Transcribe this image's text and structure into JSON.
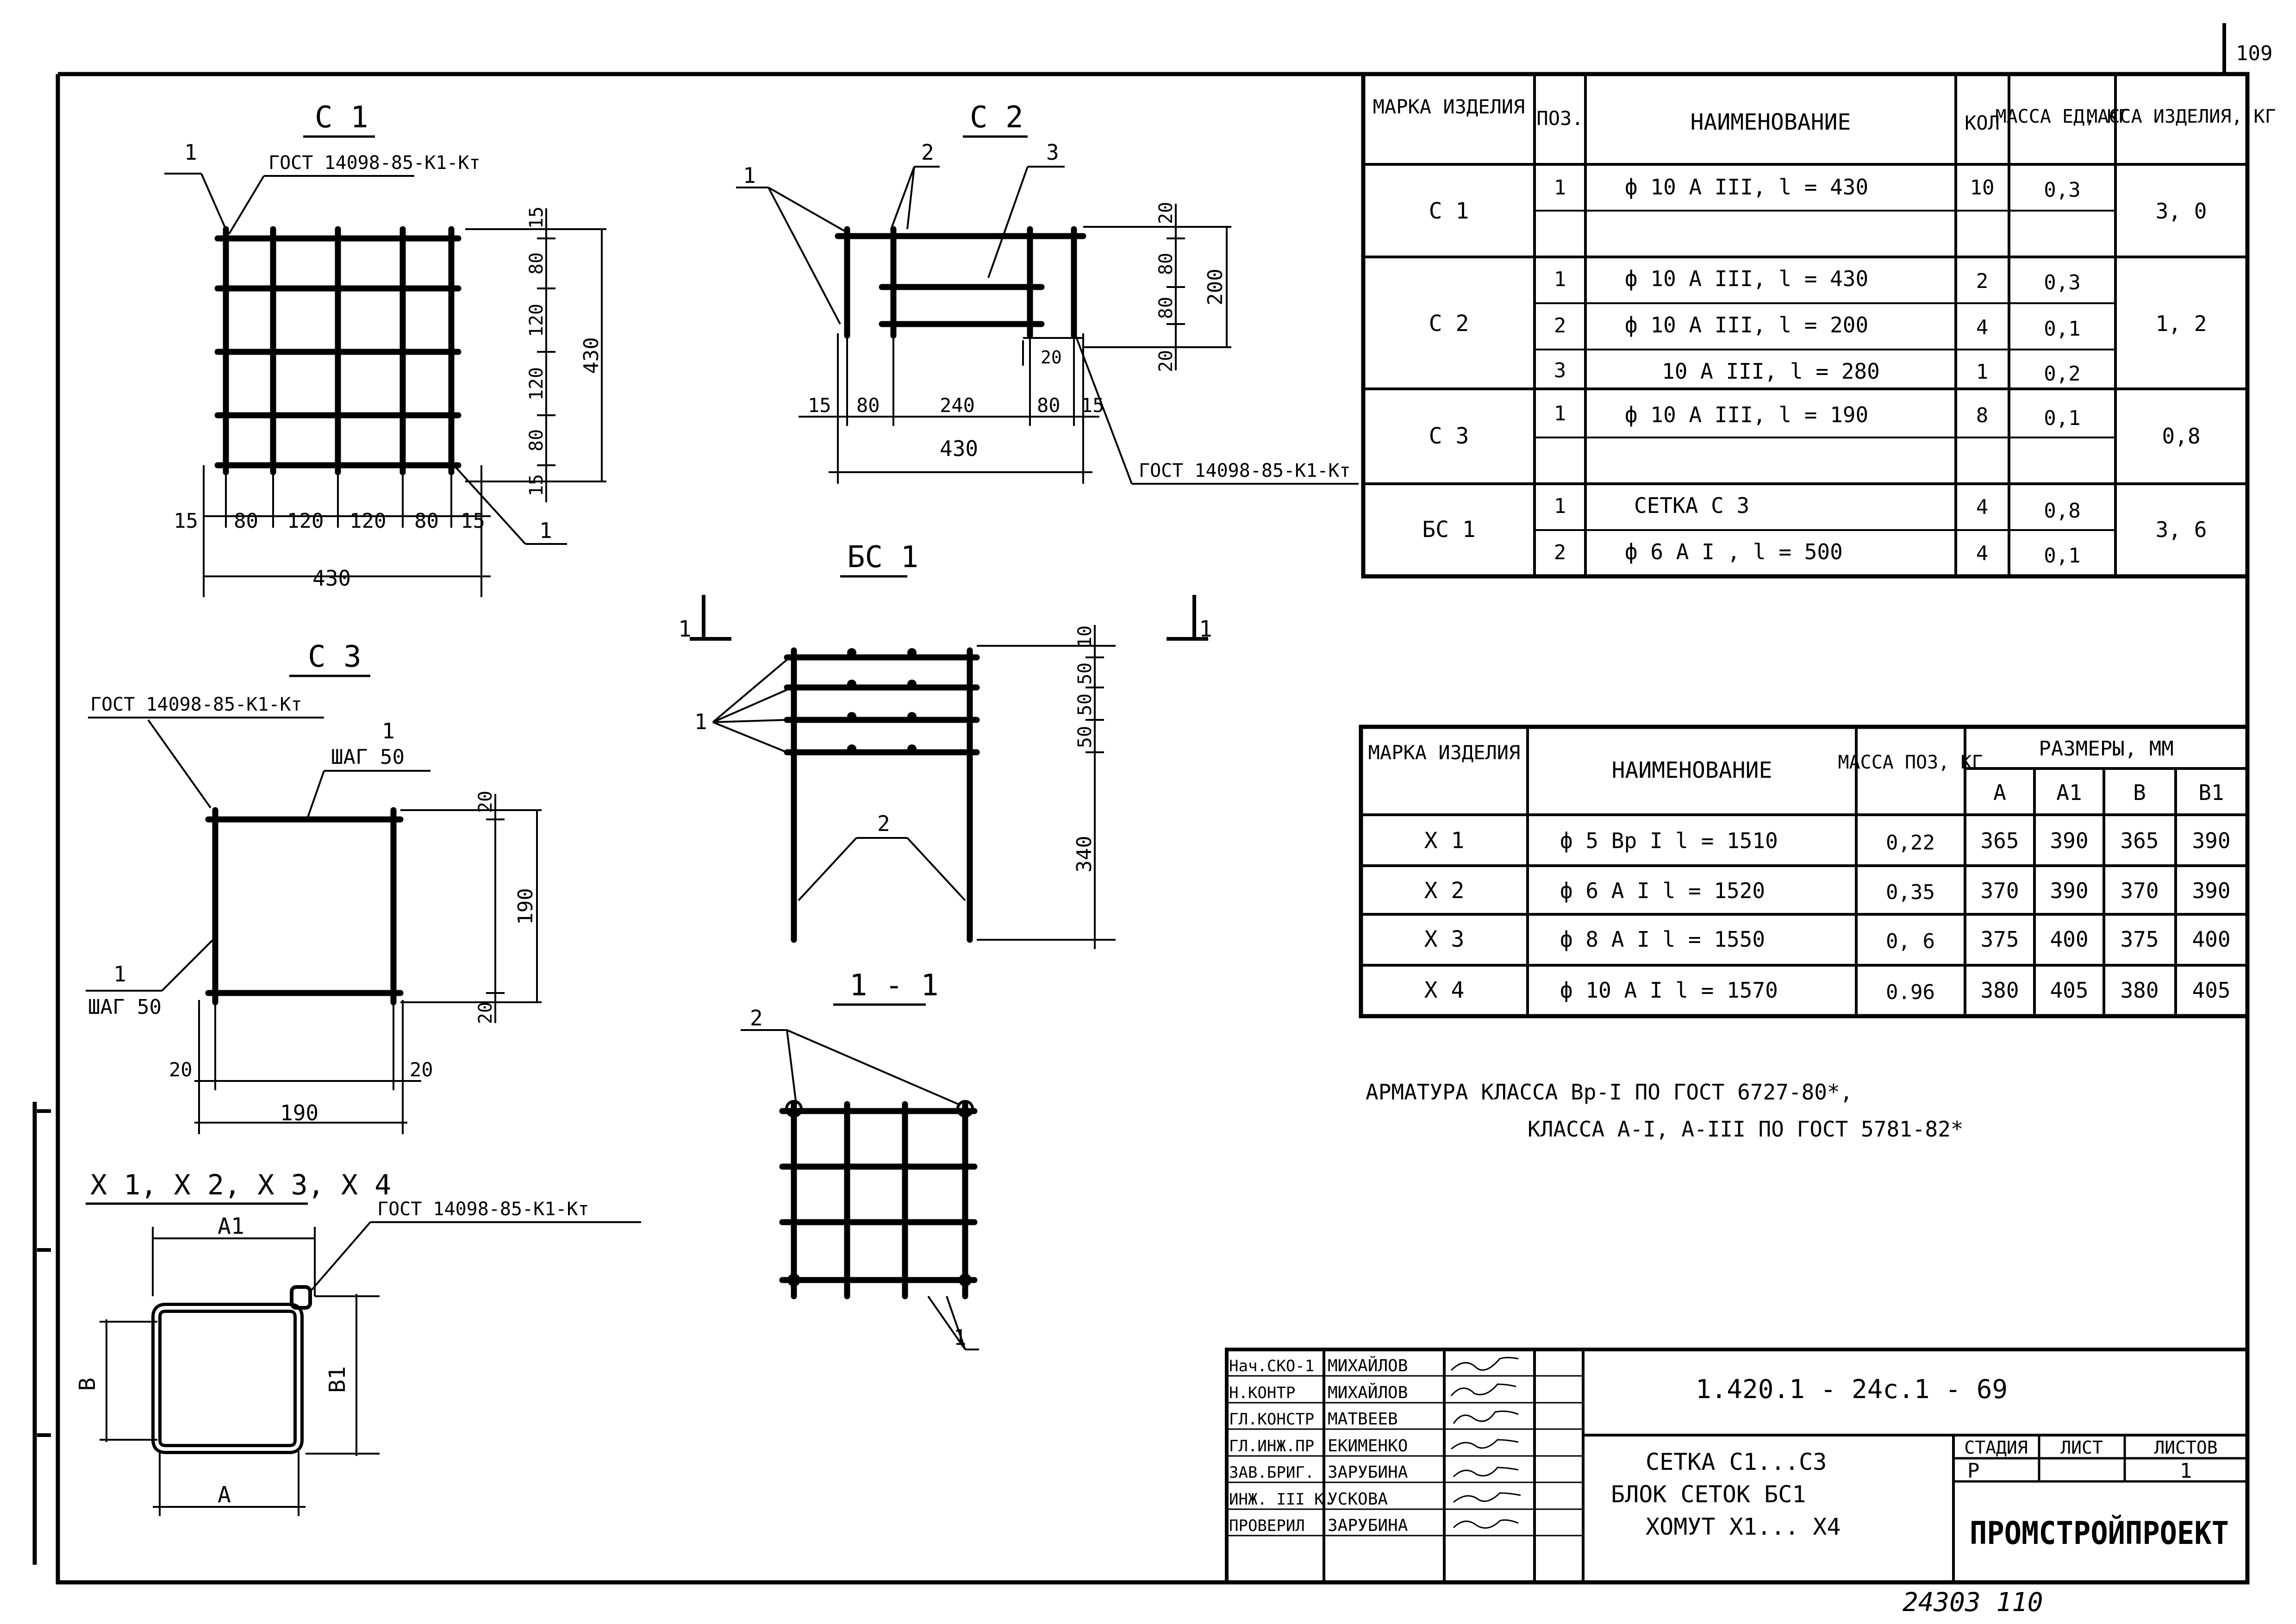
{
  "sheet_no": "109",
  "footer_code": "24303 110",
  "views": {
    "c1": {
      "title": "С 1",
      "pos1": "1",
      "pos1b": "1",
      "gost": "ГОСТ 14098-85-К1-Кт",
      "h": [
        "15",
        "80",
        "120",
        "120",
        "80",
        "15"
      ],
      "h_total": "430",
      "v": [
        "15",
        "80",
        "120",
        "120",
        "80",
        "15"
      ],
      "v_total": "430"
    },
    "c2": {
      "title": "С 2",
      "pos1": "1",
      "pos2": "2",
      "pos3": "3",
      "gost": "ГОСТ 14098-85-К1-Кт",
      "h": [
        "15",
        "80",
        "240",
        "80",
        "15"
      ],
      "h_total": "430",
      "v": [
        "20",
        "80",
        "80",
        "20"
      ],
      "v_total": "200",
      "inner": "20"
    },
    "bc1": {
      "title": "БС 1",
      "cut_left": "1",
      "cut_right": "1",
      "pos1": "1",
      "pos2": "2",
      "v": [
        "10",
        "50",
        "50",
        "50",
        "340"
      ]
    },
    "c3": {
      "title": "С 3",
      "gost": "ГОСТ 14098-85-К1-Кт",
      "pos_top": "1",
      "step_top": "ШАГ 50",
      "pos_left": "1",
      "step_left": "ШАГ 50",
      "v": [
        "20",
        "190",
        "20"
      ],
      "h": [
        "20",
        "190",
        "20"
      ]
    },
    "x": {
      "title": "Х 1, Х 2, Х 3, Х 4",
      "gost": "ГОСТ 14098-85-К1-Кт",
      "a1": "А1",
      "a": "А",
      "b": "В",
      "b1": "В1"
    },
    "section": {
      "title": "1 - 1",
      "pos2": "2",
      "pos1": "1"
    }
  },
  "spec_table": {
    "headers": [
      "МАРКА ИЗДЕЛИЯ",
      "ПОЗ.",
      "НАИМЕНОВАНИЕ",
      "КОЛ",
      "МАССА ЕД, КГ",
      "МАССА ИЗДЕЛИЯ, КГ"
    ],
    "groups": [
      {
        "mark": "С 1",
        "total": "3, 0",
        "rows": [
          {
            "pos": "1",
            "name": "ф 10 А III,   l = 430",
            "qty": "10",
            "unit": "0,3"
          },
          {
            "pos": "",
            "name": "",
            "qty": "",
            "unit": ""
          }
        ]
      },
      {
        "mark": "С 2",
        "total": "1, 2",
        "rows": [
          {
            "pos": "1",
            "name": "ф 10 А III,   l = 430",
            "qty": "2",
            "unit": "0,3"
          },
          {
            "pos": "2",
            "name": "ф 10 А III,   l = 200",
            "qty": "4",
            "unit": "0,1"
          },
          {
            "pos": "3",
            "name": "10 А III,   l = 280",
            "qty": "1",
            "unit": "0,2"
          }
        ]
      },
      {
        "mark": "С 3",
        "total": "0,8",
        "rows": [
          {
            "pos": "1",
            "name": "ф 10 А III,   l = 190",
            "qty": "8",
            "unit": "0,1"
          },
          {
            "pos": "",
            "name": "",
            "qty": "",
            "unit": ""
          }
        ]
      },
      {
        "mark": "БС 1",
        "total": "3, 6",
        "rows": [
          {
            "pos": "1",
            "name": "СЕТКА С 3",
            "qty": "4",
            "unit": "0,8"
          },
          {
            "pos": "2",
            "name": "ф 6 А I ,   l = 500",
            "qty": "4",
            "unit": "0,1"
          }
        ]
      }
    ]
  },
  "clamp_table": {
    "headers": [
      "МАРКА ИЗДЕЛИЯ",
      "НАИМЕНОВАНИЕ",
      "МАССА ПОЗ, КГ",
      "РАЗМЕРЫ, ММ"
    ],
    "dim_headers": [
      "А",
      "А1",
      "В",
      "В1"
    ],
    "rows": [
      {
        "mark": "Х 1",
        "name": "ф 5 Вр I   l = 1510",
        "mass": "0,22",
        "dims": [
          "365",
          "390",
          "365",
          "390"
        ]
      },
      {
        "mark": "Х 2",
        "name": "ф 6 А I   l = 1520",
        "mass": "0,35",
        "dims": [
          "370",
          "390",
          "370",
          "390"
        ]
      },
      {
        "mark": "Х 3",
        "name": "ф 8 А I   l = 1550",
        "mass": "0, 6",
        "dims": [
          "375",
          "400",
          "375",
          "400"
        ]
      },
      {
        "mark": "Х 4",
        "name": "ф 10 А I   l = 1570",
        "mass": "0.96",
        "dims": [
          "380",
          "405",
          "380",
          "405"
        ]
      }
    ]
  },
  "notes": [
    "АРМАТУРА КЛАССА Вр-I ПО ГОСТ 6727-80*,",
    "КЛАССА А-I, А-III ПО ГОСТ 5781-82*"
  ],
  "title_block": {
    "signatures": [
      {
        "role": "Нач.СКО-1",
        "name": "МИХАЙЛОВ"
      },
      {
        "role": "Н.КОНТР",
        "name": "МИХАЙЛОВ"
      },
      {
        "role": "ГЛ.КОНСТР",
        "name": "МАТВЕЕВ"
      },
      {
        "role": "ГЛ.ИНЖ.ПР",
        "name": "ЕКИМЕНКО"
      },
      {
        "role": "ЗАВ.БРИГ.",
        "name": "ЗАРУБИНА"
      },
      {
        "role": "ИНЖ. III К.",
        "name": "УСКОВА"
      },
      {
        "role": "ПРОВЕРИЛ",
        "name": "ЗАРУБИНА"
      }
    ],
    "doc_code": "1.420.1 - 24с.1 - 69",
    "description": [
      "СЕТКА С1...С3",
      "БЛОК СЕТОК БС1",
      "ХОМУТ Х1... Х4"
    ],
    "stage_label": "СТАДИЯ",
    "sheet_label": "ЛИСТ",
    "sheets_label": "ЛИСТОВ",
    "stage": "Р",
    "sheet": "",
    "sheets": "1",
    "org": "ПРОМСТРОЙПРОЕКТ"
  }
}
